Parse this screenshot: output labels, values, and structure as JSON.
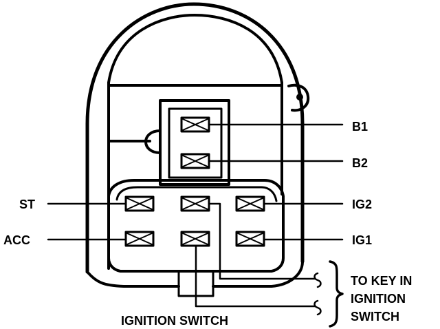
{
  "labels": {
    "b1": "B1",
    "b2": "B2",
    "st": "ST",
    "acc": "ACC",
    "ig2": "IG2",
    "ig1": "IG1",
    "to_key_line1": "TO KEY IN",
    "to_key_line2": "IGNITION",
    "to_key_line3": "SWITCH",
    "caption": "IGNITION SWITCH"
  }
}
